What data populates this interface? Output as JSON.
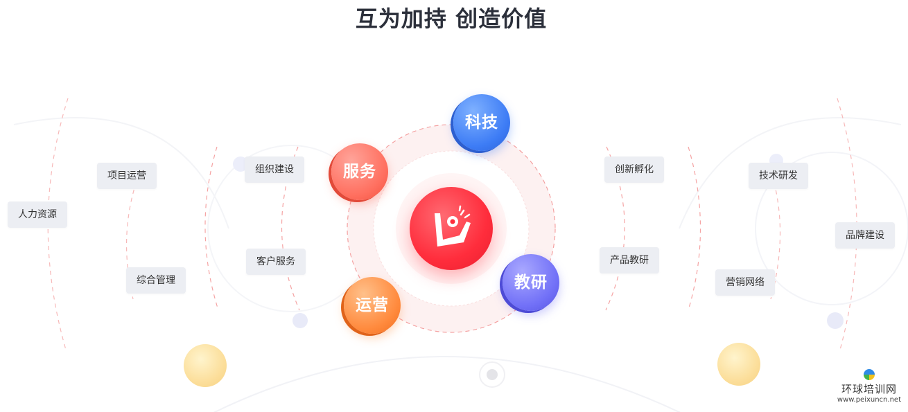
{
  "title": "互为加持 创造价值",
  "center": {
    "icon": "company-logo-icon"
  },
  "pillars": {
    "tech": "科技",
    "service": "服务",
    "research": "教研",
    "operation": "运营"
  },
  "tags": {
    "left": {
      "hr": "人力资源",
      "project_ops": "项目运营",
      "admin": "综合管理",
      "org_building": "组织建设",
      "customer_service": "客户服务"
    },
    "right": {
      "incubation": "创新孵化",
      "product_research": "产品教研",
      "rd": "技术研发",
      "sales_network": "营销网络",
      "brand": "品牌建设"
    }
  },
  "colors": {
    "tech": "#3d7cf5",
    "service": "#ff6f5f",
    "research": "#7170f7",
    "operation": "#ff8a3d",
    "core": "#ff2d3c",
    "dashed": "#f7a0a0"
  },
  "watermark": {
    "name": "环球培训网",
    "url": "www.peixuncn.net"
  }
}
